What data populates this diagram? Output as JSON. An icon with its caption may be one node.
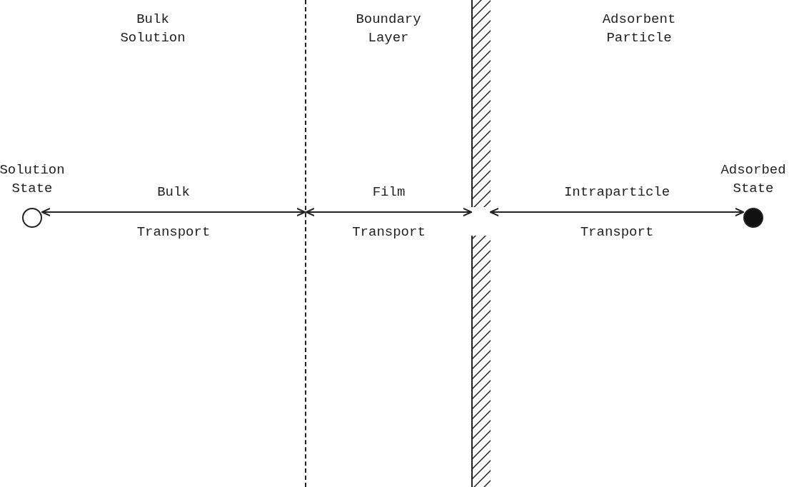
{
  "diagram": {
    "nodes": [
      {
        "text": [
          "Solution State"
        ]
      },
      {
        "text": [],
        "shape": "line"
      },
      {
        "text": [],
        "shape": "wall"
      },
      {
        "text": [
          "Adsorbed State"
        ]
      }
    ],
    "edges": [
      {
        "from": 0,
        "to": 1,
        "arrow": "both",
        "label": "Bulk Transport"
      },
      {
        "from": 1,
        "to": 2,
        "arrow": "both",
        "label": "Film Transport"
      },
      {
        "from": 2,
        "to": 3,
        "arrow": "both",
        "label": "Intraparticle Transport"
      }
    ],
    "labels": [
      "Bulk Solution",
      "Boundary Layer",
      "Adsorbent Particle"
    ]
  }
}
